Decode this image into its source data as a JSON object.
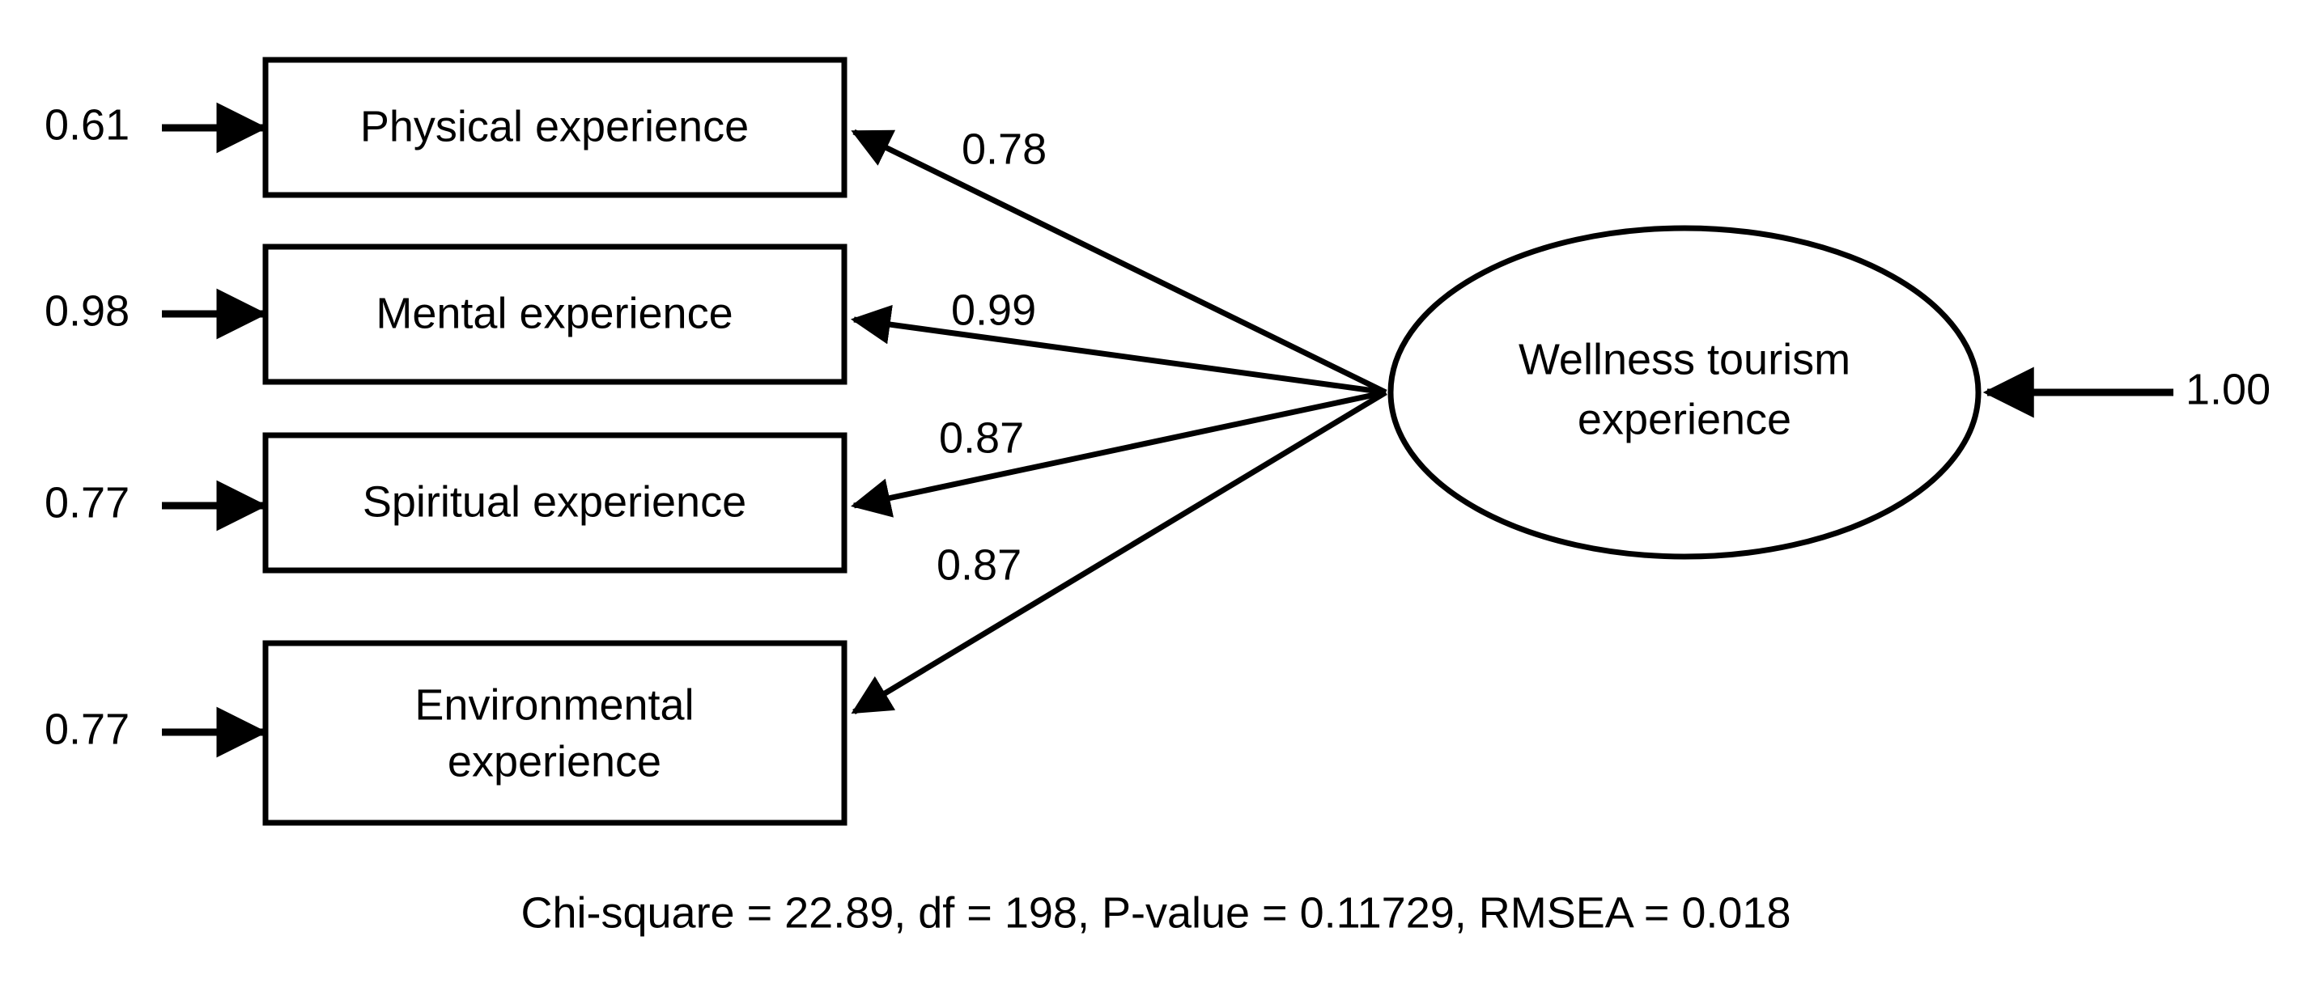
{
  "figure": {
    "type": "sem-path-diagram",
    "background_color": "#ffffff",
    "line_color": "#000000"
  },
  "latent": {
    "name": "wellness-tourism-experience",
    "label_line1": "Wellness tourism",
    "label_line2": "experience",
    "disturbance_value": "1.00"
  },
  "indicators": [
    {
      "id": "physical",
      "label_line1": "Physical experience",
      "label_line2": "",
      "error_value": "0.61",
      "loading_value": "0.78"
    },
    {
      "id": "mental",
      "label_line1": "Mental experience",
      "label_line2": "",
      "error_value": "0.98",
      "loading_value": "0.99"
    },
    {
      "id": "spiritual",
      "label_line1": "Spiritual experience",
      "label_line2": "",
      "error_value": "0.77",
      "loading_value": "0.87"
    },
    {
      "id": "environmental",
      "label_line1": "Environmental",
      "label_line2": "experience",
      "error_value": "0.77",
      "loading_value": "0.87"
    }
  ],
  "fit_statistics": {
    "text": "Chi-square = 22.89, df = 198, P-value = 0.11729, RMSEA = 0.018",
    "chi_square": "22.89",
    "df": "198",
    "p_value": "0.11729",
    "rmsea": "0.018"
  },
  "chart_data": {
    "type": "diagram",
    "title": "Wellness tourism experience measurement model",
    "nodes": [
      {
        "id": "wellness-tourism-experience",
        "kind": "latent",
        "label": "Wellness tourism experience"
      },
      {
        "id": "physical",
        "kind": "observed",
        "label": "Physical experience"
      },
      {
        "id": "mental",
        "kind": "observed",
        "label": "Mental experience"
      },
      {
        "id": "spiritual",
        "kind": "observed",
        "label": "Spiritual experience"
      },
      {
        "id": "environmental",
        "kind": "observed",
        "label": "Environmental experience"
      }
    ],
    "edges": [
      {
        "from": "wellness-tourism-experience",
        "to": "physical",
        "value": 0.78
      },
      {
        "from": "wellness-tourism-experience",
        "to": "mental",
        "value": 0.99
      },
      {
        "from": "wellness-tourism-experience",
        "to": "spiritual",
        "value": 0.87
      },
      {
        "from": "wellness-tourism-experience",
        "to": "environmental",
        "value": 0.87
      },
      {
        "from": "error-physical",
        "to": "physical",
        "value": 0.61
      },
      {
        "from": "error-mental",
        "to": "mental",
        "value": 0.98
      },
      {
        "from": "error-spiritual",
        "to": "spiritual",
        "value": 0.77
      },
      {
        "from": "error-environmental",
        "to": "environmental",
        "value": 0.77
      },
      {
        "from": "disturbance",
        "to": "wellness-tourism-experience",
        "value": 1.0
      }
    ],
    "fit": {
      "chi_square": 22.89,
      "df": 198,
      "p_value": 0.11729,
      "rmsea": 0.018
    }
  }
}
